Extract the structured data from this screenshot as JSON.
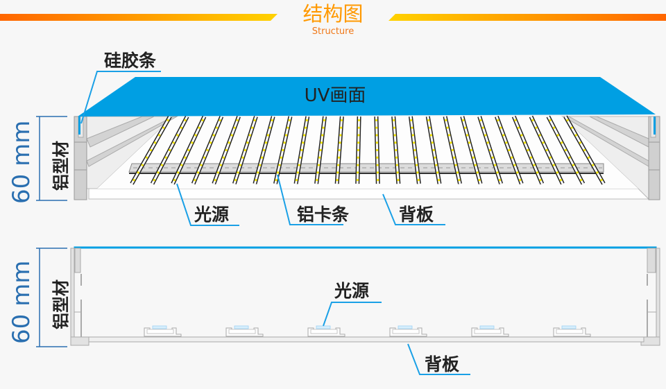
{
  "header": {
    "title": "结构图",
    "subtitle": "Structure"
  },
  "colors": {
    "accent_orange": "#ff6600",
    "accent_yellow": "#ffd200",
    "uv_blue": "#009fe3",
    "pointer_blue": "#1aa0e6",
    "dimension_blue": "#2a6fb0",
    "led_yellow": "#f5e600",
    "aluminum_gray": "#c8c8c8"
  },
  "diagram_top": {
    "uv_panel_label": "UV画面",
    "silicone_strip_label": "硅胶条",
    "profile_label": "铝型材",
    "dimension_label": "60 mm",
    "light_source_label": "光源",
    "aluminum_clip_label": "铝卡条",
    "backboard_label": "背板",
    "led_strip_count": 24
  },
  "diagram_bottom": {
    "profile_label": "铝型材",
    "dimension_label": "60 mm",
    "light_source_label": "光源",
    "backboard_label": "背板",
    "led_module_count": 6
  }
}
